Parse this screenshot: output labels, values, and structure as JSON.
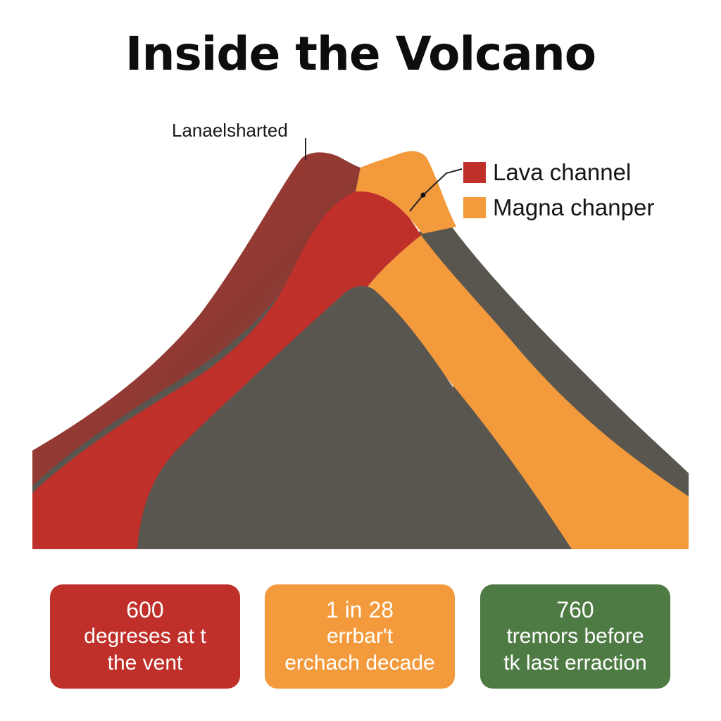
{
  "title": "Inside the Volcano",
  "callout_label": "Lanaelsharted",
  "legend": [
    {
      "label": "Lava channel",
      "color": "#c0302b"
    },
    {
      "label": "Magna chanper",
      "color": "#f39a3c"
    }
  ],
  "colors": {
    "rock_dark": "#595650",
    "lava_red": "#c0302b",
    "magma_orange": "#f39a3c",
    "card_green": "#4e7a44"
  },
  "stats": [
    {
      "value": "600",
      "line1": "degreses at t",
      "line2": "the vent",
      "color": "#c0302b",
      "text_color": "#ffffff"
    },
    {
      "value": "1 in 28",
      "line1": "errbar't",
      "line2": "erchach decade",
      "color": "#f39a3c",
      "text_color": "#ffffff"
    },
    {
      "value": "760",
      "line1": "tremors before",
      "line2": "tk last erraction",
      "color": "#4e7a44",
      "text_color": "#ffffff"
    }
  ]
}
